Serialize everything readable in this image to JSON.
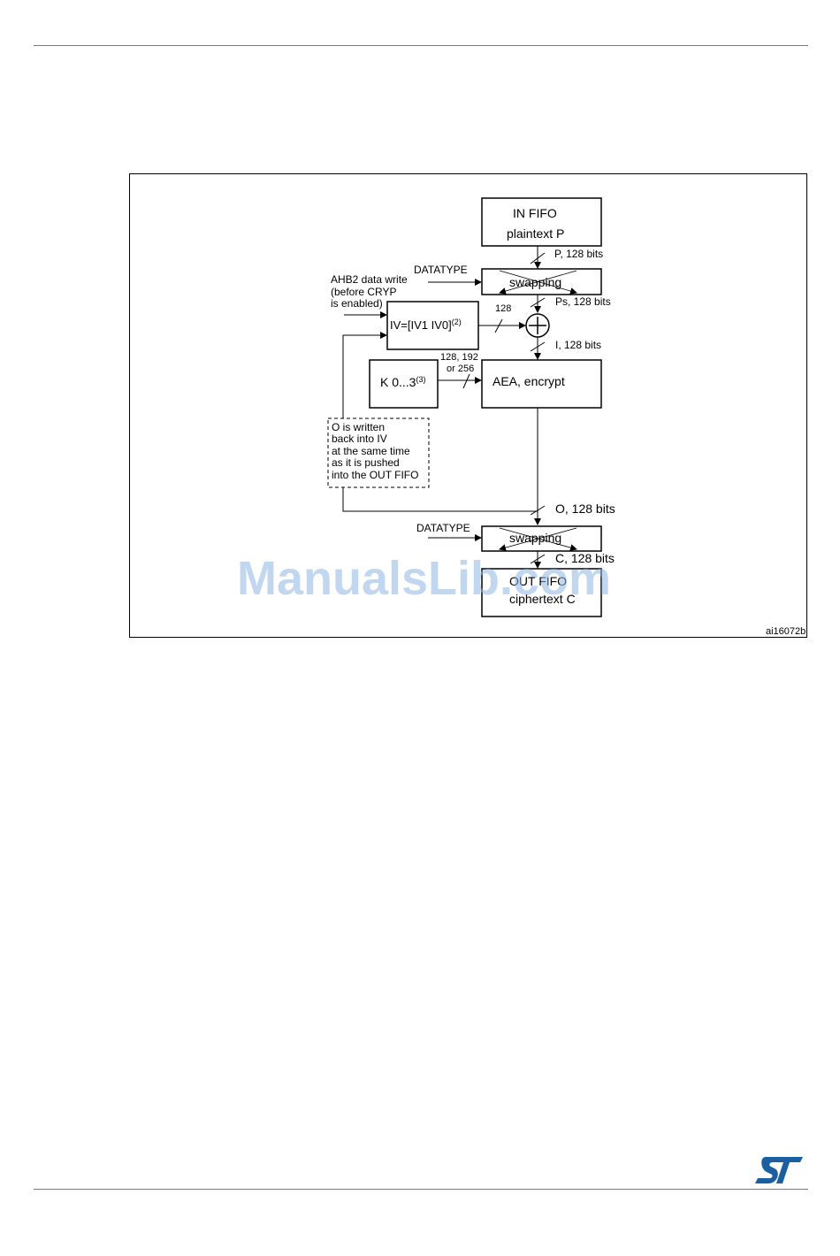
{
  "diagram": {
    "in_fifo": {
      "line1": "IN FIFO",
      "line2": "plaintext P"
    },
    "p_label": "P, 128 bits",
    "datatype_top": "DATATYPE",
    "swapping_top": "swapping",
    "ahb2": {
      "line1": "AHB2 data write",
      "line2": "(before CRYP",
      "line3": "is enabled)"
    },
    "ps_label": "Ps, 128 bits",
    "iv_box": {
      "text": "IV=[IV1 IV0]",
      "sup": "(2)"
    },
    "iv_bus_label": "128",
    "i_label": "I, 128 bits",
    "key_bus": {
      "line1": "128, 192",
      "line2": "or 256"
    },
    "key_box": {
      "text": "K 0...3",
      "sup": "(3)"
    },
    "aea_box": "AEA, encrypt",
    "note": {
      "line1": "O is written",
      "line2": "back into IV",
      "line3": "at the same time",
      "line4": "as it is pushed",
      "line5": "into the OUT FIFO"
    },
    "o_label": "O, 128 bits",
    "datatype_bottom": "DATATYPE",
    "swapping_bottom": "swapping",
    "c_label": "C, 128 bits",
    "out_fifo": {
      "line1": "OUT FIFO",
      "line2": "ciphertext C"
    },
    "figure_id": "ai16072b"
  },
  "watermark": "ManualsLib.com",
  "logo": {
    "name": "st-logo-icon",
    "color": "#1a5fa0"
  }
}
